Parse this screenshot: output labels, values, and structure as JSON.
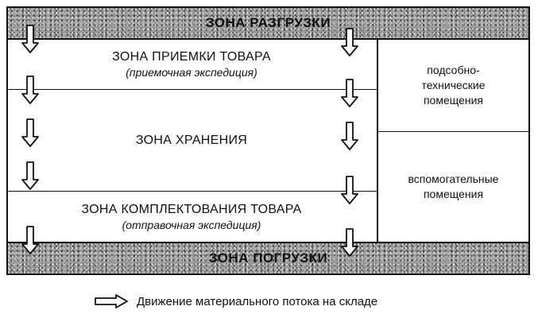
{
  "diagram": {
    "top_band": "ЗОНА РАЗГРУЗКИ",
    "bottom_band": "ЗОНА ПОГРУЗКИ",
    "zones": {
      "receiving": {
        "title": "ЗОНА ПРИЕМКИ ТОВАРА",
        "subtitle": "(приемочная экспедиция)"
      },
      "storage": {
        "title": "ЗОНА ХРАНЕНИЯ"
      },
      "picking": {
        "title": "ЗОНА КОМПЛЕКТОВАНИЯ ТОВАРА",
        "subtitle": "(отправочная экспедиция)"
      }
    },
    "side": {
      "top": "подсобно-\nтехнические\nпомещения",
      "bottom": "вспомогательные\nпомещения"
    }
  },
  "legend": {
    "icon": "hollow-arrow-right-icon",
    "label": "Движение материального потока на складе"
  }
}
